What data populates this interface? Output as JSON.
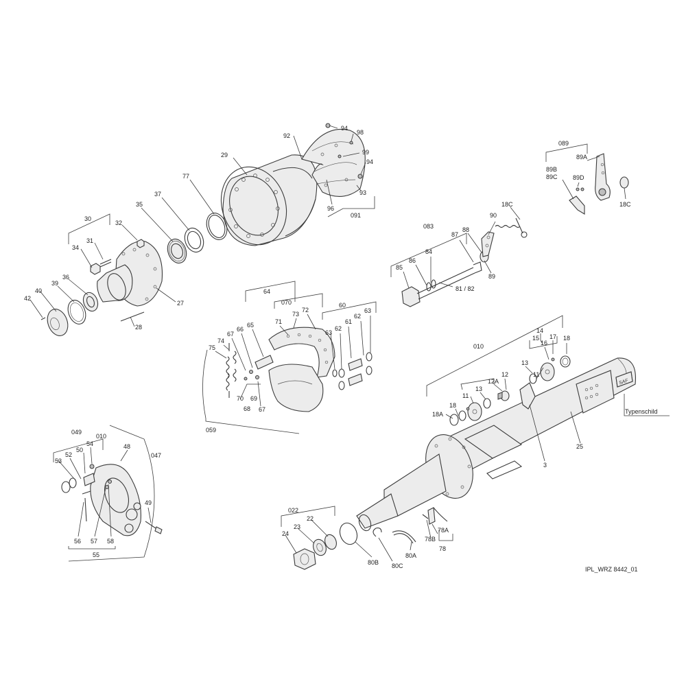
{
  "diagram": {
    "reference": "IPL_WRZ 8442_01",
    "nameplate_label": "Typenschild",
    "logo_text": "SAF",
    "labels": [
      {
        "id": "94a",
        "text": "94"
      },
      {
        "id": "98",
        "text": "98"
      },
      {
        "id": "92",
        "text": "92"
      },
      {
        "id": "99",
        "text": "99"
      },
      {
        "id": "94b",
        "text": "94"
      },
      {
        "id": "29",
        "text": "29"
      },
      {
        "id": "93",
        "text": "93"
      },
      {
        "id": "96",
        "text": "96"
      },
      {
        "id": "091",
        "text": "091"
      },
      {
        "id": "77",
        "text": "77"
      },
      {
        "id": "37",
        "text": "37"
      },
      {
        "id": "35",
        "text": "35"
      },
      {
        "id": "30",
        "text": "30"
      },
      {
        "id": "32",
        "text": "32"
      },
      {
        "id": "31",
        "text": "31"
      },
      {
        "id": "34",
        "text": "34"
      },
      {
        "id": "36",
        "text": "36"
      },
      {
        "id": "39",
        "text": "39"
      },
      {
        "id": "40",
        "text": "40"
      },
      {
        "id": "42",
        "text": "42"
      },
      {
        "id": "27",
        "text": "27"
      },
      {
        "id": "28",
        "text": "28"
      },
      {
        "id": "089",
        "text": "089"
      },
      {
        "id": "89A",
        "text": "89A"
      },
      {
        "id": "89B",
        "text": "89B"
      },
      {
        "id": "89C",
        "text": "89C"
      },
      {
        "id": "89D",
        "text": "89D"
      },
      {
        "id": "18C_a",
        "text": "18C"
      },
      {
        "id": "18C_b",
        "text": "18C"
      },
      {
        "id": "083",
        "text": "083"
      },
      {
        "id": "88",
        "text": "88"
      },
      {
        "id": "90",
        "text": "90"
      },
      {
        "id": "87",
        "text": "87"
      },
      {
        "id": "84",
        "text": "84"
      },
      {
        "id": "86",
        "text": "86"
      },
      {
        "id": "85",
        "text": "85"
      },
      {
        "id": "89",
        "text": "89"
      },
      {
        "id": "81_82",
        "text": "81 / 82"
      },
      {
        "id": "64",
        "text": "64"
      },
      {
        "id": "070",
        "text": "070"
      },
      {
        "id": "73",
        "text": "73"
      },
      {
        "id": "72",
        "text": "72"
      },
      {
        "id": "71",
        "text": "71"
      },
      {
        "id": "60",
        "text": "60"
      },
      {
        "id": "61",
        "text": "61"
      },
      {
        "id": "62a",
        "text": "62"
      },
      {
        "id": "63a",
        "text": "63"
      },
      {
        "id": "63b",
        "text": "63"
      },
      {
        "id": "62b",
        "text": "62"
      },
      {
        "id": "65",
        "text": "65"
      },
      {
        "id": "66",
        "text": "66"
      },
      {
        "id": "67a",
        "text": "67"
      },
      {
        "id": "74",
        "text": "74"
      },
      {
        "id": "75",
        "text": "75"
      },
      {
        "id": "70",
        "text": "70"
      },
      {
        "id": "69",
        "text": "69"
      },
      {
        "id": "68",
        "text": "68"
      },
      {
        "id": "67b",
        "text": "67"
      },
      {
        "id": "059",
        "text": "059"
      },
      {
        "id": "010a",
        "text": "010"
      },
      {
        "id": "14",
        "text": "14"
      },
      {
        "id": "15",
        "text": "15"
      },
      {
        "id": "16",
        "text": "16"
      },
      {
        "id": "17",
        "text": "17"
      },
      {
        "id": "18a",
        "text": "18"
      },
      {
        "id": "13a",
        "text": "13"
      },
      {
        "id": "11a",
        "text": "11"
      },
      {
        "id": "12A",
        "text": "12A"
      },
      {
        "id": "12",
        "text": "12"
      },
      {
        "id": "11b",
        "text": "11"
      },
      {
        "id": "13b",
        "text": "13"
      },
      {
        "id": "18b",
        "text": "18"
      },
      {
        "id": "18A",
        "text": "18A"
      },
      {
        "id": "3",
        "text": "3"
      },
      {
        "id": "25",
        "text": "25"
      },
      {
        "id": "049",
        "text": "049"
      },
      {
        "id": "54",
        "text": "54"
      },
      {
        "id": "010b",
        "text": "010"
      },
      {
        "id": "50",
        "text": "50"
      },
      {
        "id": "52",
        "text": "52"
      },
      {
        "id": "53",
        "text": "53"
      },
      {
        "id": "48",
        "text": "48"
      },
      {
        "id": "047",
        "text": "047"
      },
      {
        "id": "49",
        "text": "49"
      },
      {
        "id": "56",
        "text": "56"
      },
      {
        "id": "57",
        "text": "57"
      },
      {
        "id": "58",
        "text": "58"
      },
      {
        "id": "55",
        "text": "55"
      },
      {
        "id": "022",
        "text": "022"
      },
      {
        "id": "22",
        "text": "22"
      },
      {
        "id": "23",
        "text": "23"
      },
      {
        "id": "24",
        "text": "24"
      },
      {
        "id": "80B",
        "text": "80B"
      },
      {
        "id": "80C",
        "text": "80C"
      },
      {
        "id": "80A",
        "text": "80A"
      },
      {
        "id": "78A",
        "text": "78A"
      },
      {
        "id": "78B",
        "text": "78B"
      },
      {
        "id": "78",
        "text": "78"
      }
    ]
  }
}
